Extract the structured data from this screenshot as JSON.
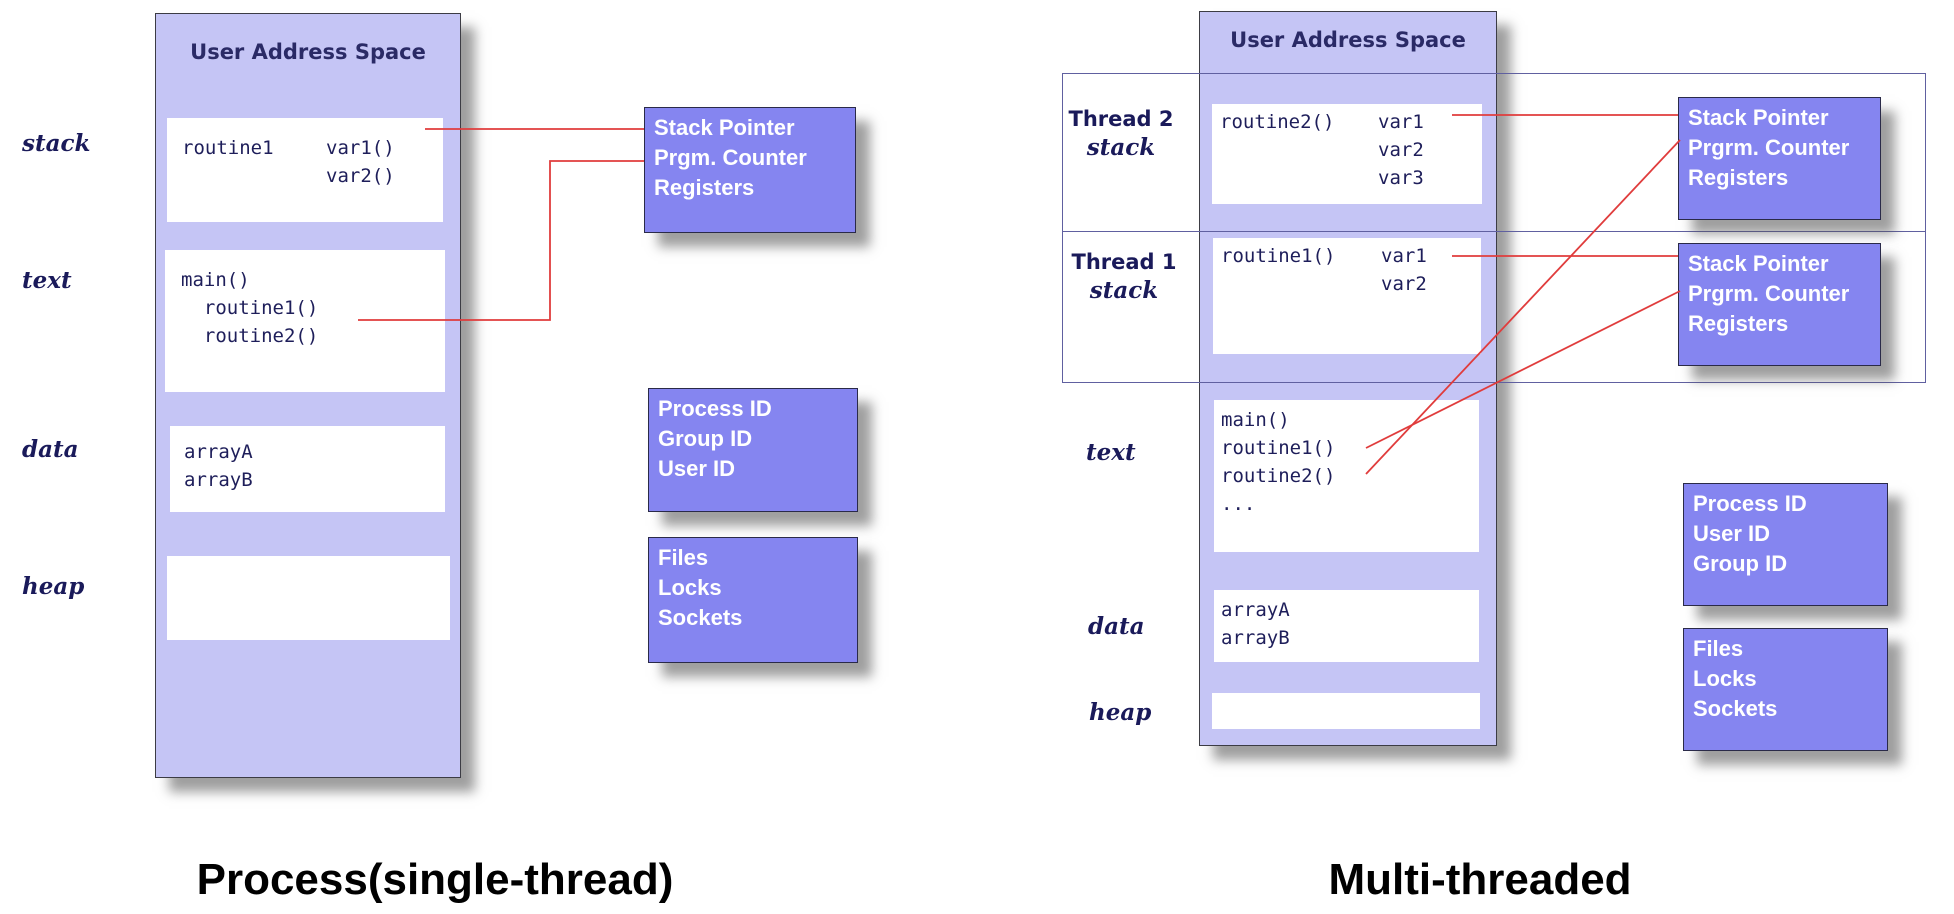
{
  "colors": {
    "column_fill": "#c5c5f5",
    "info_box_fill": "#8585f0",
    "connector": "#e03c3c",
    "label_text": "#1a1a5a"
  },
  "single": {
    "column_title": "User Address Space",
    "labels": {
      "stack": "stack",
      "text": "text",
      "data": "data",
      "heap": "heap"
    },
    "stack_code": [
      {
        "routine": "routine1",
        "var": "var1()"
      },
      {
        "routine": "",
        "var": "var2()"
      }
    ],
    "text_code": [
      "main()",
      "  routine1()",
      "  routine2()"
    ],
    "data_code": [
      "arrayA",
      "arrayB"
    ],
    "thread_box": [
      "Stack Pointer",
      "Prgm. Counter",
      "Registers"
    ],
    "ids_box": [
      "Process ID",
      "Group ID",
      "User ID"
    ],
    "resources_box": [
      "Files",
      "Locks",
      "Sockets"
    ],
    "caption": "Process(single-thread)"
  },
  "multi": {
    "column_title": "User Address Space",
    "thread2": {
      "label": "Thread 2",
      "sub": "stack",
      "routine": "routine2()",
      "vars": [
        "var1",
        "var2",
        "var3"
      ],
      "box": [
        "Stack Pointer",
        "Prgrm. Counter",
        "Registers"
      ]
    },
    "thread1": {
      "label": "Thread 1",
      "sub": "stack",
      "routine": "routine1()",
      "vars": [
        "var1",
        "var2"
      ],
      "box": [
        "Stack Pointer",
        "Prgrm. Counter",
        "Registers"
      ]
    },
    "labels": {
      "text": "text",
      "data": "data",
      "heap": "heap"
    },
    "text_code": [
      "main()",
      "routine1()",
      "routine2()",
      "..."
    ],
    "data_code": [
      "arrayA",
      "arrayB"
    ],
    "ids_box": [
      "Process ID",
      "User ID",
      "Group ID"
    ],
    "resources_box": [
      "Files",
      "Locks",
      "Sockets"
    ],
    "caption": "Multi-threaded"
  }
}
